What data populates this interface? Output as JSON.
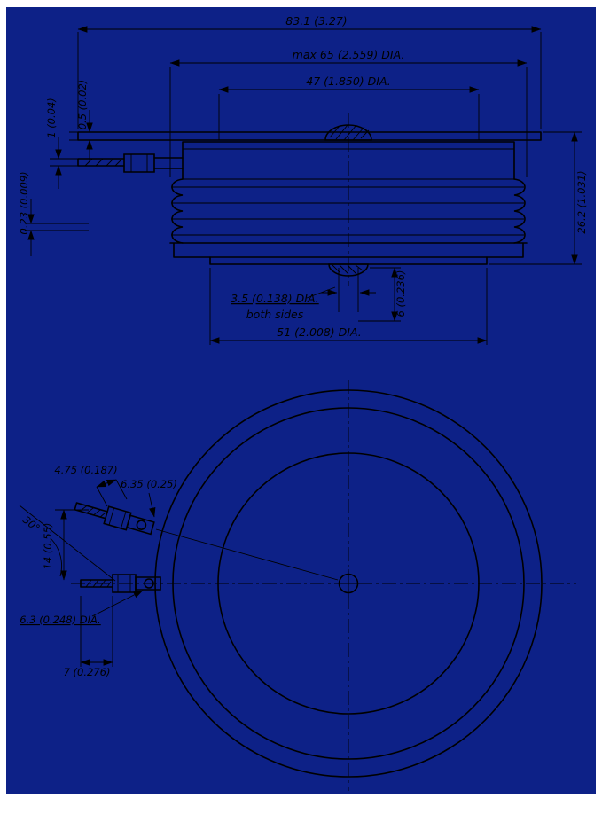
{
  "colors": {
    "canvas": "#0d2187",
    "ink": "#000000",
    "page": "#ffffff"
  },
  "drawing": {
    "kind": "capsule semiconductor outline drawing",
    "side_view": {
      "dim_overall_width": "83.1 (3.27)",
      "dim_max_dia": "max 65 (2.559) DIA.",
      "dim_top_face_dia": "47 (1.850) DIA.",
      "dim_plate_thickness": "0.5 (0.02)",
      "dim_lead_thickness": "1 (0.04)",
      "dim_offset": "0.23 (0.009)",
      "dim_height": "26.2 (1.031)",
      "dim_hole_dia": "3.5 (0.138) DIA.",
      "dim_hole_note": "both sides",
      "dim_recess_depth": "6 (0.236)",
      "dim_bottom_face_dia": "51 (2.008) DIA."
    },
    "plan_view": {
      "dim_gate_tab_width": "4.75 (0.187)",
      "dim_gate_tab_length": "6.35 (0.25)",
      "dim_gate_angle": "30°",
      "dim_gate_offset": "14 (0.55)",
      "dim_gate_hole_dia": "6.3 (0.248) DIA.",
      "dim_gate_lead_length": "7 (0.276)"
    }
  }
}
